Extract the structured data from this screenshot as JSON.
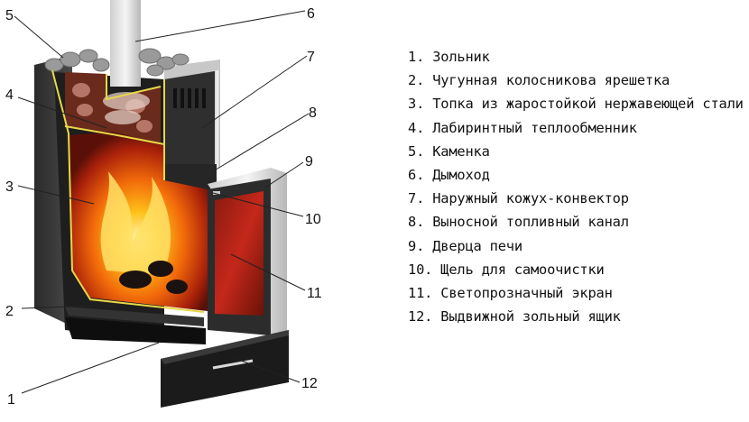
{
  "callouts": [
    "1",
    "2",
    "3",
    "4",
    "5",
    "6",
    "7",
    "8",
    "9",
    "10",
    "11",
    "12"
  ],
  "legend": [
    "1. Зольник",
    "2. Чугунная колосникова ярешетка",
    "3. Топка из жаростойкой нержавеющей стали",
    "4. Лабиринтный теплообменник",
    "5. Каменка",
    "6. Дымоход",
    "7. Наружный кожух-конвектор",
    "8. Выносной топливный канал",
    "9. Дверца печи",
    "10. Щель для самоочистки",
    "11. Светопрозначный экран",
    "12. Выдвижной зольный ящик"
  ]
}
